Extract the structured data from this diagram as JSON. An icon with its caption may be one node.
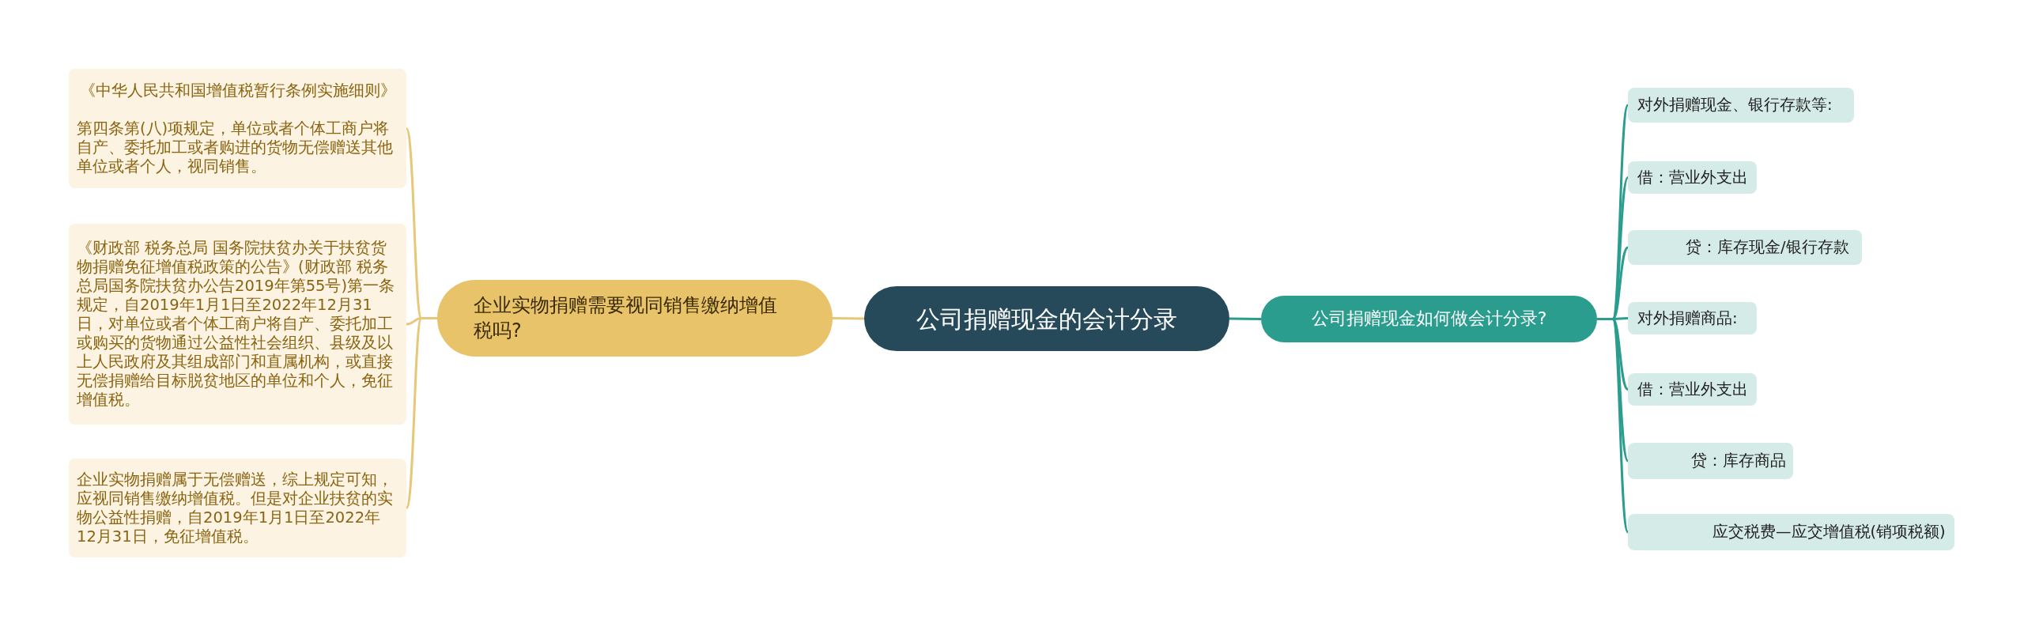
{
  "diagram": {
    "nodes": [
      {
        "text": [
          "公司捐赠现金的会计分录"
        ]
      },
      {
        "text": [
          "企业实物捐赠需要视同销售缴纳增值税吗?"
        ]
      },
      {
        "text": [
          "公司捐赠现金如何做会计分录?"
        ]
      },
      {
        "text": [
          "《中华人民共和国增值税暂行条例实施细则》",
          "第四条第(八)项规定，单位或者个体工商户将自产、委托加工或者购进的货物无偿赠送其他单位或者个人，视同销售。"
        ]
      },
      {
        "text": [
          "《财政部 税务总局 国务院扶贫办关于扶贫货物捐赠免征增值税政策的公告》(财政部 税务总局国务院扶贫办公告2019年第55号)第一条规定，自2019年1月1日至2022年12月31日，对单位或者个体工商户将自产、委托加工或购买的货物通过公益性社会组织、县级及以上人民政府及其组成部门和直属机构，或直接无偿捐赠给目标脱贫地区的单位和个人，免征增值税。"
        ]
      },
      {
        "text": [
          "企业实物捐赠属于无偿赠送，综上规定可知，应视同销售缴纳增值税。但是对企业扶贫的实物公益性捐赠，自2019年1月1日至2022年12月31日，免征增值税。"
        ]
      },
      {
        "text": [
          "对外捐赠现金、银行存款等:"
        ]
      },
      {
        "text": [
          "借：营业外支出"
        ]
      },
      {
        "text": [
          "贷：库存现金/银行存款"
        ]
      },
      {
        "text": [
          "对外捐赠商品:"
        ]
      },
      {
        "text": [
          "借：营业外支出"
        ]
      },
      {
        "text": [
          "贷：库存商品"
        ]
      },
      {
        "text": [
          "应交税费—应交增值税(销项税额)"
        ]
      }
    ],
    "edges": [
      {
        "from": 0,
        "to": 1,
        "arrow": "none",
        "color": "#e6c878"
      },
      {
        "from": 0,
        "to": 2,
        "arrow": "none"
      },
      {
        "from": 1,
        "to": 3,
        "arrow": "none",
        "color": "#e6c878"
      },
      {
        "from": 1,
        "to": 4,
        "arrow": "none",
        "color": "#e6c878"
      },
      {
        "from": 1,
        "to": 5,
        "arrow": "none",
        "color": "#e6c878"
      },
      {
        "from": 2,
        "to": 6,
        "arrow": "none"
      },
      {
        "from": 2,
        "to": 7,
        "arrow": "none"
      },
      {
        "from": 2,
        "to": 8,
        "arrow": "none"
      },
      {
        "from": 2,
        "to": 9,
        "arrow": "none"
      },
      {
        "from": 2,
        "to": 10,
        "arrow": "none"
      },
      {
        "from": 2,
        "to": 11,
        "arrow": "none"
      },
      {
        "from": 2,
        "to": 12,
        "arrow": "none"
      }
    ]
  }
}
